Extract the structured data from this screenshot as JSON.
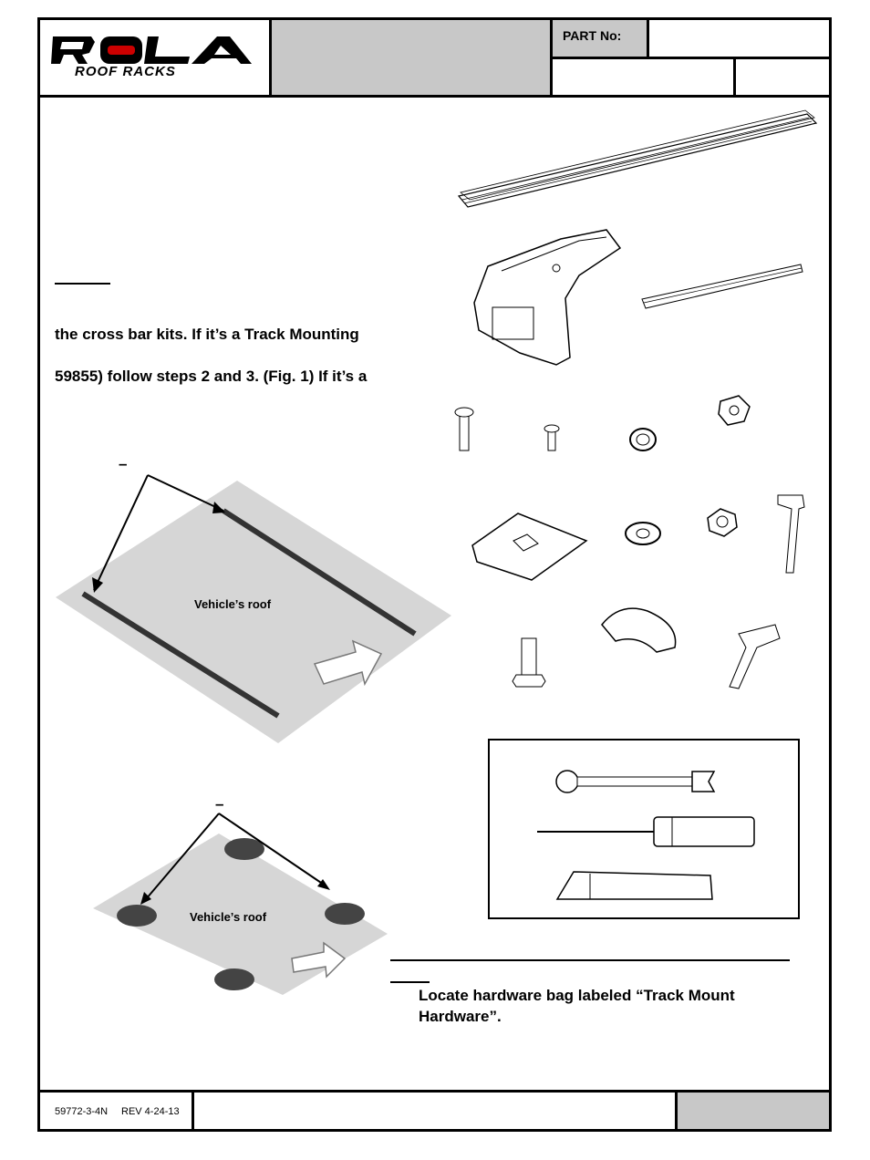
{
  "header": {
    "logo_top": "ROLA",
    "logo_bottom": "ROOF RACKS",
    "part_no_label": "PART No:",
    "part_no_value": ""
  },
  "body": {
    "line1": "the cross bar kits. If it’s a Track Mounting",
    "line2": "59855) follow steps 2 and 3. (Fig. 1) If it’s a",
    "fig1_dash": "–",
    "fig1_roof_label": "Vehicle’s roof",
    "fig2_dash": "–",
    "fig2_roof_label": "Vehicle’s roof",
    "step_text": "Locate hardware bag labeled “Track Mount Hardware”."
  },
  "footer": {
    "doc_code": "59772-3-4N",
    "revision": "REV 4-24-13"
  },
  "colors": {
    "border": "#000000",
    "header_gray": "#c8c8c8",
    "roof_gray": "#d6d6d6"
  }
}
